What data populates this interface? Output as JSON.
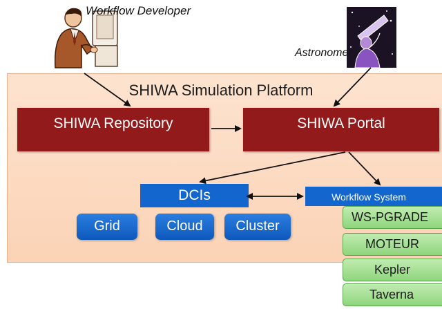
{
  "actors": {
    "developer": "Workflow Developer",
    "astronomer": "Astronomer"
  },
  "platform": {
    "title": "SHIWA Simulation Platform"
  },
  "components": {
    "repository": "SHIWA Repository",
    "portal": "SHIWA Portal",
    "dcis": "DCIs",
    "workflow_system": "Workflow System"
  },
  "dci_types": [
    "Grid",
    "Cloud",
    "Cluster"
  ],
  "workflow_engines": [
    "WS-PGRADE",
    "MOTEUR",
    "Kepler",
    "Taverna"
  ],
  "colors": {
    "platform_bg": "#fbd9c2",
    "component_dark": "#921a1a",
    "component_blue": "#1466cf",
    "engine_green": "#a8e196"
  }
}
